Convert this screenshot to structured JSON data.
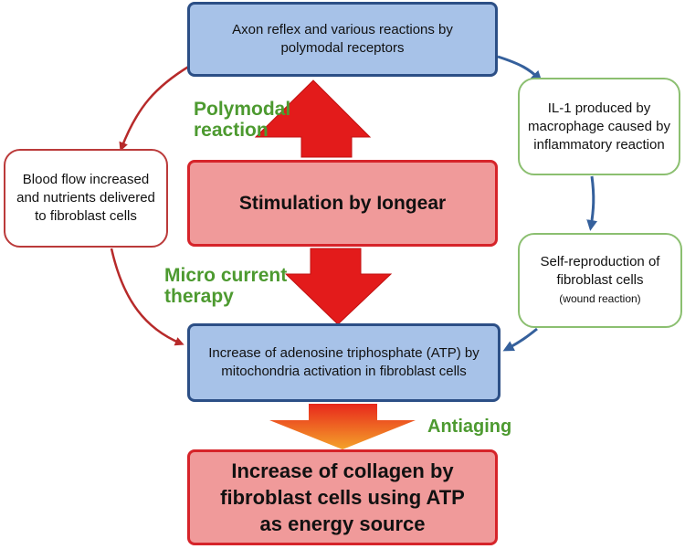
{
  "diagram": {
    "top_box": {
      "text": "Axon reflex and various reactions by polymodal receptors"
    },
    "right_top_box": {
      "text": "IL-1 produced by macrophage caused by inflammatory reaction"
    },
    "right_mid_box": {
      "text": "Self-reproduction of fibroblast cells",
      "subtext": "(wound reaction)"
    },
    "left_box": {
      "text": "Blood flow increased and nutrients delivered to fibroblast cells"
    },
    "center_box": {
      "text": "Stimulation by Iongear"
    },
    "atp_box": {
      "text": "Increase of adenosine triphosphate (ATP) by mitochondria activation in fibroblast cells"
    },
    "bottom_box": {
      "text_bold_prefix": "Increase of collagen",
      "text_rest": " by fibroblast cells using ATP as energy source"
    },
    "labels": {
      "polymodal": "Polymodal reaction",
      "micro_current": "Micro current therapy",
      "antiaging": "Antiaging"
    },
    "colors": {
      "blue_fill": "#a7c2e8",
      "blue_border": "#2c4f86",
      "red_arrow": "#e31b1b",
      "pink_fill": "#f09a9a",
      "green_text": "#4d9a30",
      "curve_red": "#b72a2a",
      "curve_blue": "#35609c"
    }
  }
}
